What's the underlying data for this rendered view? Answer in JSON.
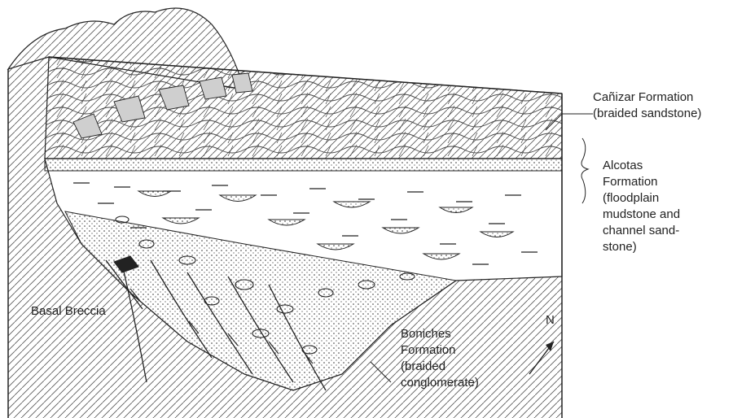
{
  "labels": {
    "canizar": [
      "Cañizar Formation",
      "(braided sandstone)"
    ],
    "alcotas": [
      "Alcotas",
      "Formation",
      "(floodplain",
      "mudstone and",
      "channel sand-",
      "stone)"
    ],
    "basal": "Basal Breccia",
    "boniches": [
      "Boniches",
      "Formation",
      "(braided",
      "conglomerate)"
    ],
    "north": "N"
  }
}
